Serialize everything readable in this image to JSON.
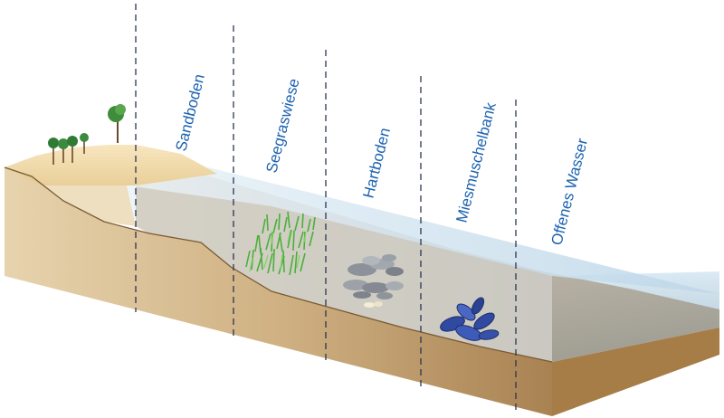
{
  "zones": [
    {
      "label": "Sandboden"
    },
    {
      "label": "Seegraswiese"
    },
    {
      "label": "Hartboden"
    },
    {
      "label": "Miesmuschelbank"
    },
    {
      "label": "Offenes Wasser"
    }
  ],
  "colors": {
    "label_text": "#1d63b0",
    "divider": "#2a3550",
    "water_light": "#e6f1f8",
    "water_dark": "#9bbfd8",
    "sediment_front": "#c8a97a",
    "sediment_side": "#a67d4a",
    "beach": "#f2d9a6",
    "seagrass": "#4caf3a",
    "stones": "#8f939a",
    "mussels": "#2f4aa0"
  }
}
